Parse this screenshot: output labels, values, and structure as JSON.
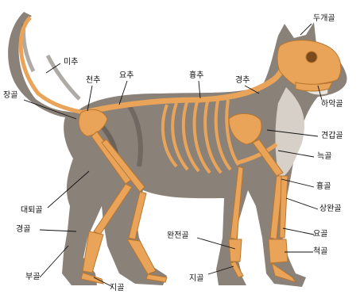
{
  "labels": {
    "skull": "두개골",
    "tail_vertebrae": "미추",
    "sacrum": "천추",
    "lumbar": "요추",
    "thoracic": "흉추",
    "cervical": "경추",
    "pelvis": "장골",
    "mandible": "하악골",
    "scapula": "견갑골",
    "ribs": "늑골",
    "sternum": "흉골",
    "humerus": "상완골",
    "femur": "대퇴골",
    "ulna": "요골",
    "radius": "척골",
    "tibia": "경골",
    "carpus": "완전골",
    "tarsus": "부골",
    "phalanges_front": "지골",
    "phalanges_hind": "지골"
  }
}
